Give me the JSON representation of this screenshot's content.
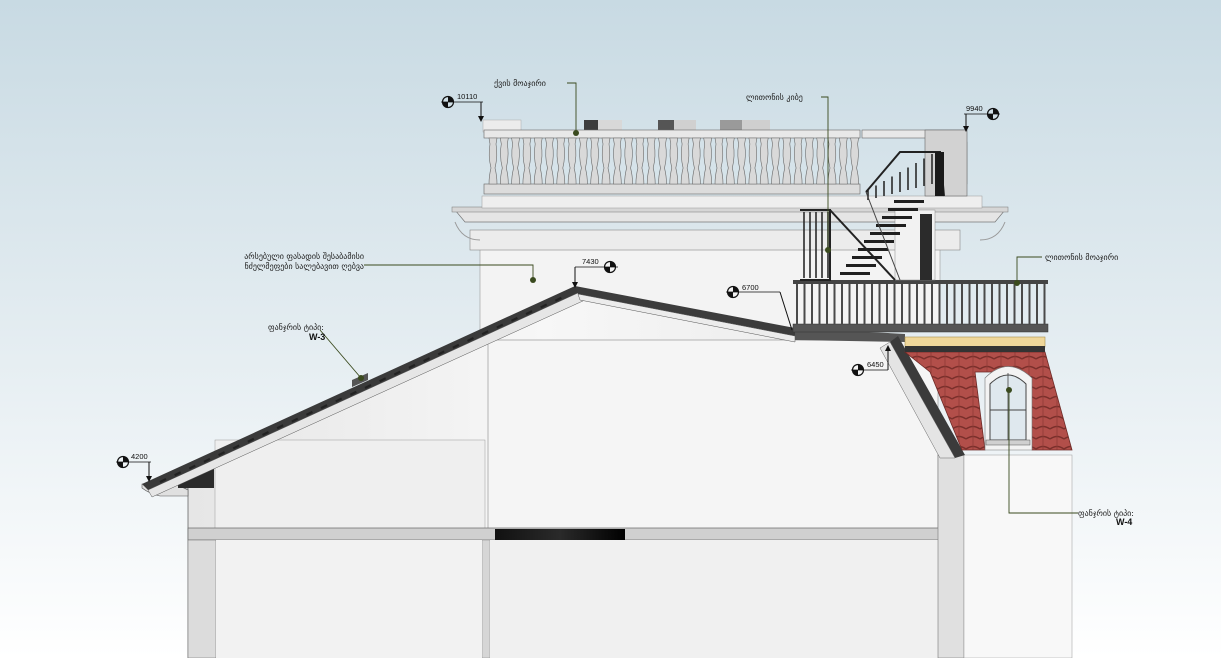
{
  "elevations": {
    "e10110": "10110",
    "e9940": "9940",
    "e7430": "7430",
    "e6700": "6700",
    "e6450": "6450",
    "e4200": "4200"
  },
  "labels": {
    "roof_railing": "ქვის მოაჯირი",
    "metal_stair": "ლითონის კიბე",
    "metal_railing": "ლითონის მოაჯირი",
    "facade_line1": "არსებული ფასადის შესაბამისი",
    "facade_line2": "ნძელმეფები სალებავით ღებვა",
    "window_w3_title": "ფანჯრის ტიპი:",
    "window_w3_code": "W-3",
    "window_w4_title": "ფანჯრის ტიპი:",
    "window_w4_code": "W-4"
  },
  "colors": {
    "sky_top": "#c9dbe4",
    "sky_bottom": "#ffffff",
    "wall": "#f2f2f2",
    "leader": "#3a4a1e",
    "tile": "#b8554f",
    "railing_dark": "#3f3f3f"
  }
}
